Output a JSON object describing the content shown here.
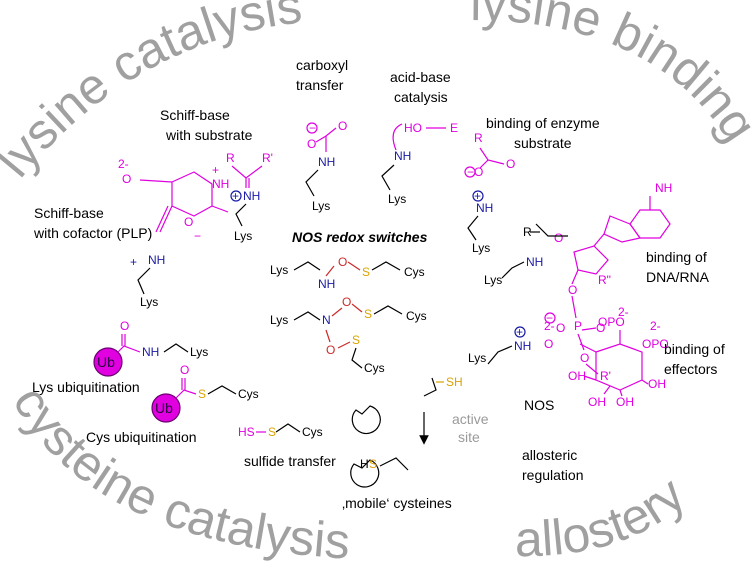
{
  "quadrants": {
    "lysine_catalysis": "lysine catalysis",
    "lysine_binding": "lysine binding",
    "cysteine_catalysis": "cysteine catalysis",
    "allostery": "allostery"
  },
  "labels": {
    "schiff_base_substrate": [
      "Schiff-base",
      "with substrate"
    ],
    "carboxyl_transfer": [
      "carboxyl",
      "transfer"
    ],
    "acid_base_catalysis": [
      "acid-base",
      "catalysis"
    ],
    "binding_enzyme_substrate": [
      "binding of enzyme",
      "substrate"
    ],
    "schiff_base_cofactor": [
      "Schiff-base",
      "with cofactor (PLP)"
    ],
    "nos_redox_switches": "NOS redox switches",
    "binding_dna_rna": [
      "binding of",
      "DNA/RNA"
    ],
    "binding_effectors": [
      "binding of",
      "effectors"
    ],
    "lys_ubiquitination": "Lys ubiquitination",
    "cys_ubiquitination": "Cys ubiquitination",
    "sulfide_transfer": "sulfide transfer",
    "active_site": [
      "active",
      "site"
    ],
    "nos": "NOS",
    "allosteric_regulation": [
      "allosteric",
      "regulation"
    ],
    "mobile_cysteines": "‚mobile‘ cysteines"
  },
  "chem": {
    "lys": "Lys",
    "cys": "Cys",
    "ub": "Ub",
    "nh2": "NH",
    "nh3": "NH",
    "nh": "NH",
    "n": "N",
    "o": "O",
    "s": "S",
    "sh": "SH",
    "hs": "HS",
    "hs2": "H",
    "e": "E",
    "ho": "HO",
    "r": "R",
    "r_prime": "R'",
    "r_dprime": "R\"",
    "r_prime2": "R'",
    "oh": "OH",
    "nh2_amine": "NH",
    "p": "P",
    "o3po": "O",
    "opo3": "OPO",
    "two_minus": "2-",
    "plus": "+",
    "minus": "−"
  },
  "colors": {
    "quadrant_text": "#a0a0a0",
    "magenta": "#e000e0",
    "blue": "#1a1aa6",
    "yellow": "#d9a400",
    "red": "#cc2a2a"
  }
}
